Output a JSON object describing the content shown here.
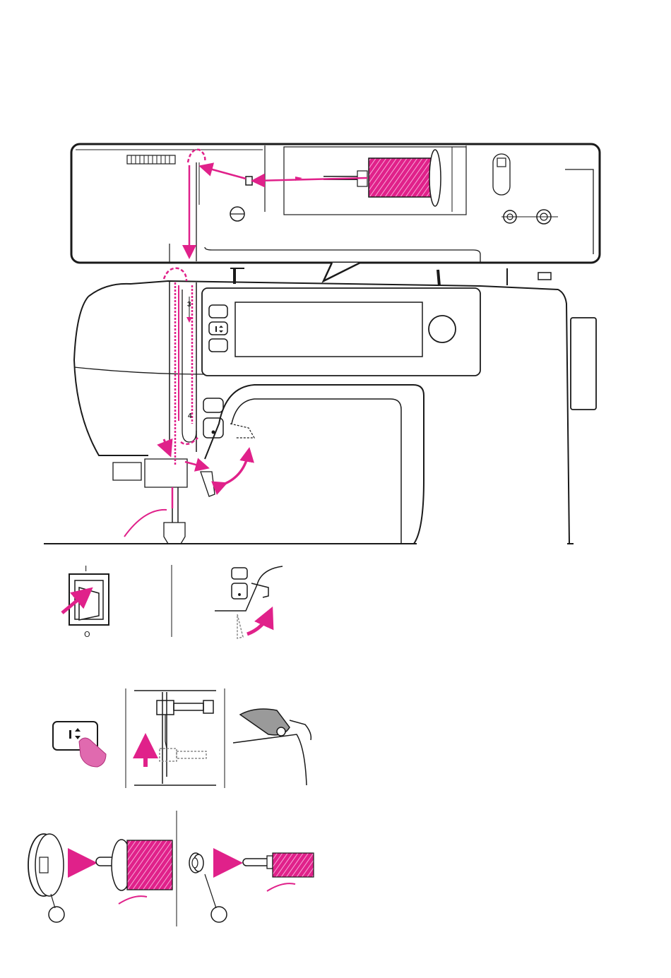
{
  "colors": {
    "accent": "#e0218a",
    "line": "#1a1a1a",
    "gray": "#8a8a8a",
    "thread_light": "#f7a8d8"
  },
  "icons": {
    "needle_up_down": "needle-up-down-icon",
    "power_switch": "power-switch-icon",
    "hand_press": "hand-press-icon"
  },
  "main": {
    "step_3": "3",
    "step_4": "4"
  },
  "power_switch": {
    "on_mark": "I",
    "off_mark": "O"
  }
}
